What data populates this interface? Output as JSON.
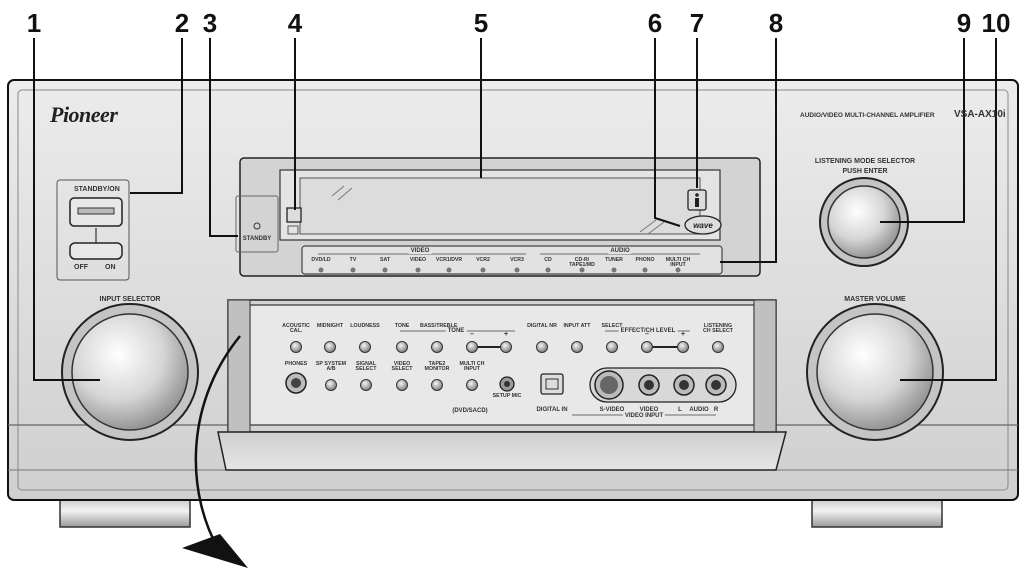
{
  "callouts": [
    "1",
    "2",
    "3",
    "4",
    "5",
    "6",
    "7",
    "8",
    "9",
    "10"
  ],
  "brand": "Pioneer",
  "model_line": "AUDIO/VIDEO MULTI-CHANNEL AMPLIFIER",
  "model": "VSA-AX10i",
  "standby_on": "STANDBY/ON",
  "off_on": "OFF",
  "off_on2": "ON",
  "standby": "STANDBY",
  "listening_mode_1": "LISTENING MODE SELECTOR",
  "listening_mode_2": "PUSH ENTER",
  "input_selector": "INPUT SELECTOR",
  "master_volume": "MASTER VOLUME",
  "video_group": "VIDEO",
  "audio_group": "AUDIO",
  "display_inputs": [
    "DVD/LD",
    "TV",
    "SAT",
    "VIDEO",
    "VCR1/DVR",
    "VCR2",
    "VCR3",
    "CD",
    "CD-R/ TAPE1/MD",
    "TUNER",
    "PHONO",
    "MULTI CH INPUT"
  ],
  "tone_group": "TONE",
  "effect_group": "EFFECT/CH LEVEL",
  "row1": [
    "ACOUSTIC CAL.",
    "MIDNIGHT",
    "LOUDNESS",
    "TONE",
    "BASS/TREBLE",
    "–",
    "+",
    "DIGITAL NR",
    "INPUT ATT",
    "SELECT",
    "–",
    "+",
    "LISTENING CH SELECT"
  ],
  "row2": [
    "PHONES",
    "SP SYSTEM A/B",
    "SIGNAL SELECT",
    "VIDEO SELECT",
    "TAPE2 MONITOR",
    "MULTI CH INPUT",
    "SETUP MIC"
  ],
  "dvd_sacd": "(DVD/SACD)",
  "digital_in": "DIGITAL IN",
  "svideo": "S-VIDEO",
  "video": "VIDEO",
  "l": "L",
  "audio": "AUDIO",
  "r": "R",
  "video_input": "VIDEO INPUT",
  "colors": {
    "panel": "#d9d9d9",
    "panel_dark": "#b8b8b8",
    "display": "#cfcfcf",
    "line": "#111111"
  }
}
